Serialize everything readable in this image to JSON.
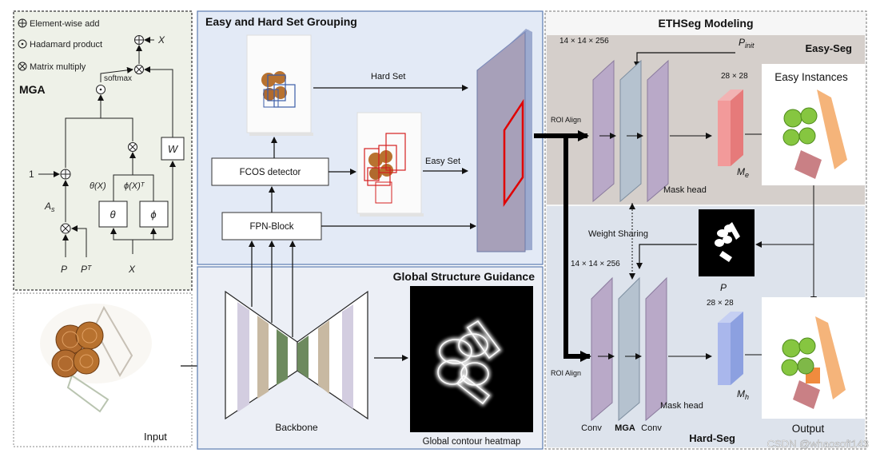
{
  "mga": {
    "legend": [
      "Element-wise add",
      "Hadamard product",
      "Matrix multiply"
    ],
    "title": "MGA",
    "softmax": "softmax",
    "x_top": "X",
    "one": "1",
    "As": "A",
    "As_sub": "s",
    "theta_label": "θ(X)",
    "phi_label": "ϕ(X)ᵀ",
    "theta": "θ",
    "phi": "ϕ",
    "W": "W",
    "P": "P",
    "PT": "Pᵀ",
    "X": "X"
  },
  "input_label": "Input",
  "grouping": {
    "title": "Easy and Hard Set Grouping",
    "hard_set": "Hard Set",
    "easy_set": "Easy Set",
    "fcos": "FCOS detector",
    "fpn": "FPN-Block"
  },
  "guidance": {
    "title": "Global Structure Guidance",
    "backbone": "Backbone",
    "heatmap_caption": "Global contour heatmap"
  },
  "modeling": {
    "title": "ETHSeg Modeling",
    "p_init": "P",
    "p_init_sub": "init",
    "easy_seg": "Easy-Seg",
    "hard_seg": "Hard-Seg",
    "dims_top": "14 × 14 × 256",
    "dims_bottom": "14 × 14 × 256",
    "mask_dim_top": "28 × 28",
    "mask_dim_bottom": "28 × 28",
    "roi_top": "ROI Align",
    "roi_bottom": "ROI Align",
    "mask_head_top": "Mask head",
    "mask_head_bottom": "Mask head",
    "Me": "M",
    "Me_sub": "e",
    "Mh": "M",
    "Mh_sub": "h",
    "weight_sharing": "Weight Sharing",
    "P": "P",
    "easy_instances": "Easy Instances",
    "output": "Output",
    "conv1": "Conv",
    "mga": "MGA",
    "conv2": "Conv"
  },
  "watermark": "CSDN @whaosoft143"
}
